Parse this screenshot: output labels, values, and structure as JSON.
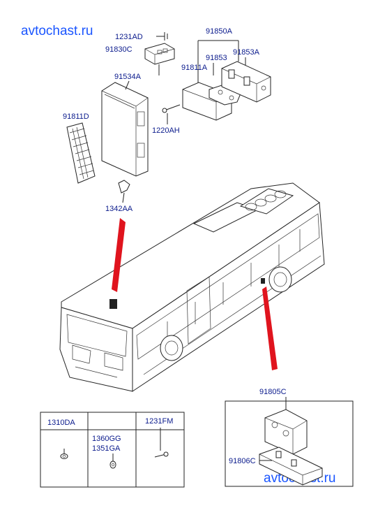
{
  "watermark": "avtochast.ru",
  "parts": {
    "p1231AD": "1231AD",
    "p91830C": "91830C",
    "p91850A": "91850A",
    "p91853": "91853",
    "p91853A": "91853A",
    "p91811A": "91811A",
    "p91534A": "91534A",
    "p91811D": "91811D",
    "p1220AH": "1220AH",
    "p1342AA": "1342AA",
    "p91805C": "91805C",
    "p91806C": "91806C"
  },
  "table": {
    "headers": [
      "1310DA",
      "",
      "1231FM"
    ],
    "middle_lines": [
      "1360GG",
      "1351GA"
    ]
  }
}
